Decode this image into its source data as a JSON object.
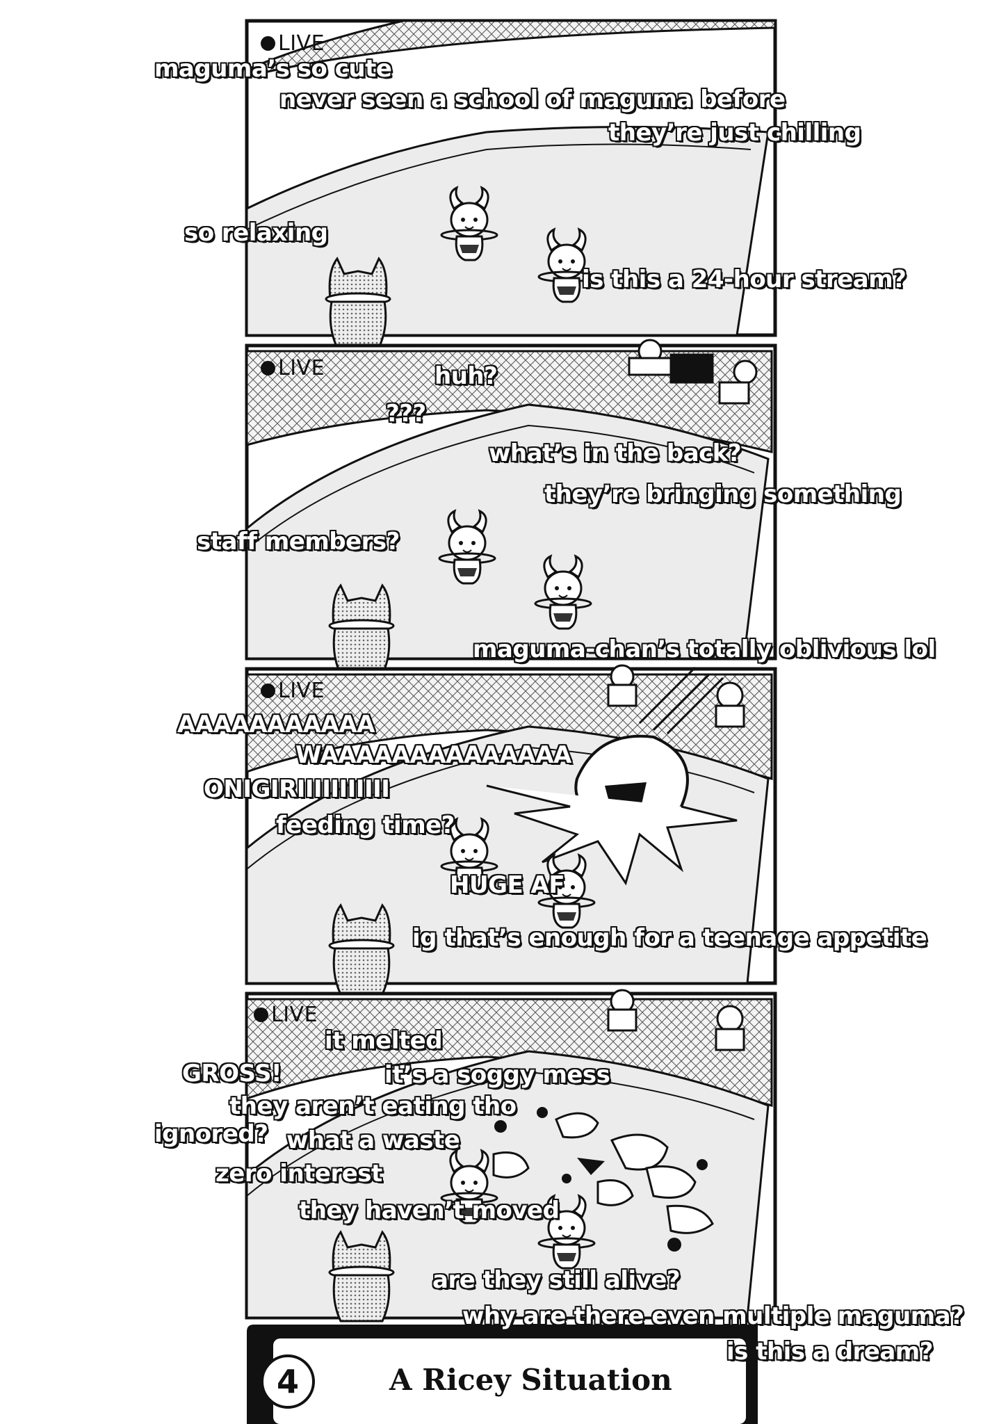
{
  "live_label": "LIVE",
  "panels": [
    {
      "comments": [
        "maguma’s so cute",
        "never seen a school of maguma before",
        "they’re just chilling",
        "so relaxing",
        "is this a 24-hour stream?"
      ]
    },
    {
      "comments": [
        "huh?",
        "???",
        "what’s in the back?",
        "they’re bringing something",
        "staff members?",
        "maguma-chan’s totally oblivious lol"
      ]
    },
    {
      "comments": [
        "AAAAAAAAAAA",
        "WAAAAAAAAAAAAAA",
        "ONIGIRIIIIIIIIIII",
        "feeding time?",
        "HUGE AF",
        "ig that’s enough for a teenage appetite"
      ]
    },
    {
      "comments": [
        "it melted",
        "GROSS!",
        "it’s a soggy mess",
        "they aren’t eating tho",
        "ignored?",
        "what a waste",
        "zero interest",
        "they haven’t moved",
        "are they still alive?",
        "why are there even multiple maguma?",
        "is this a dream?"
      ]
    }
  ],
  "chapter": {
    "number": "4",
    "title": "A Ricey Situation"
  }
}
